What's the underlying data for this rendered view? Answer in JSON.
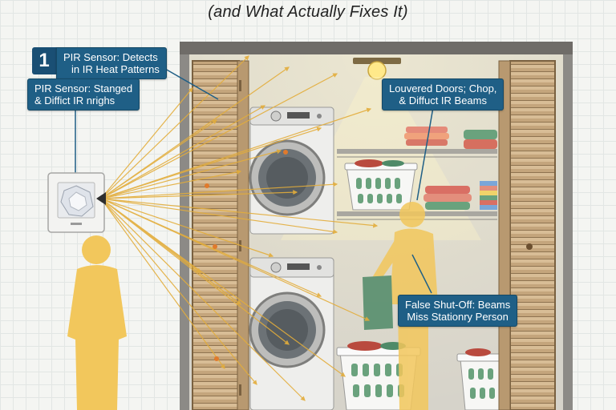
{
  "title": "(and What Actually Fixes It)",
  "callouts": {
    "number": "1",
    "pir_detect": [
      "PIR Sensor: Detects",
      "in IR Heat Patterns"
    ],
    "pir_stanged": [
      "PIR Sensor: Stanged",
      "& Diffict IR nrighs"
    ],
    "louvered": [
      "Louvered Doors; Chop,",
      "& Diffuct IR Beams"
    ],
    "false_shutoff": [
      "False Shut-Off: Beams",
      "Miss Stationry Person"
    ]
  },
  "colors": {
    "callout_bg": "#1f5f86",
    "ir_beam": "#e8b84a",
    "person": "#f2c75c",
    "door_wood": "#c9ad86",
    "wall": "#d9d6cc"
  },
  "icons": [
    "pir-sensor-icon",
    "ceiling-light-icon",
    "washer-icon",
    "dryer-icon",
    "laundry-basket-icon",
    "person-silhouette-icon"
  ]
}
